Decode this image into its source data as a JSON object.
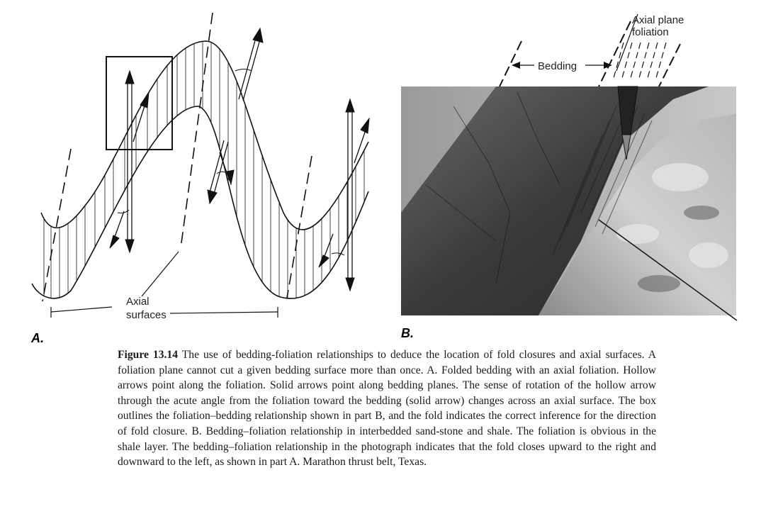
{
  "panel_a": {
    "label": "A.",
    "axial_label_line1": "Axial",
    "axial_label_line2": "surfaces"
  },
  "panel_b": {
    "label": "B.",
    "axial_plane_line1": "Axial plane",
    "axial_plane_line2": "foliation",
    "bedding_label": "Bedding"
  },
  "caption": {
    "figure_number": "Figure 13.14",
    "text": "The use of bedding-foliation relationships to deduce the location of fold closures and axial surfaces. A foliation plane cannot cut a given bedding surface more than once. A. Folded bedding with an axial foliation. Hollow arrows point along the foliation. Solid arrows point along bedding planes. The sense of rotation of the hollow arrow through the acute angle from the foliation toward the bedding (solid arrow) changes across an axial surface. The box outlines the foliation–bedding relationship shown in part B, and the fold indicates the correct inference for the direction of fold closure. B. Bedding–foliation relationship in interbedded sand-stone and shale. The foliation is obvious in the shale layer. The bedding–foliation relationship in the photograph indicates that the fold closes upward to the right and downward to the left, as shown in part A. Marathon thrust belt, Texas."
  }
}
